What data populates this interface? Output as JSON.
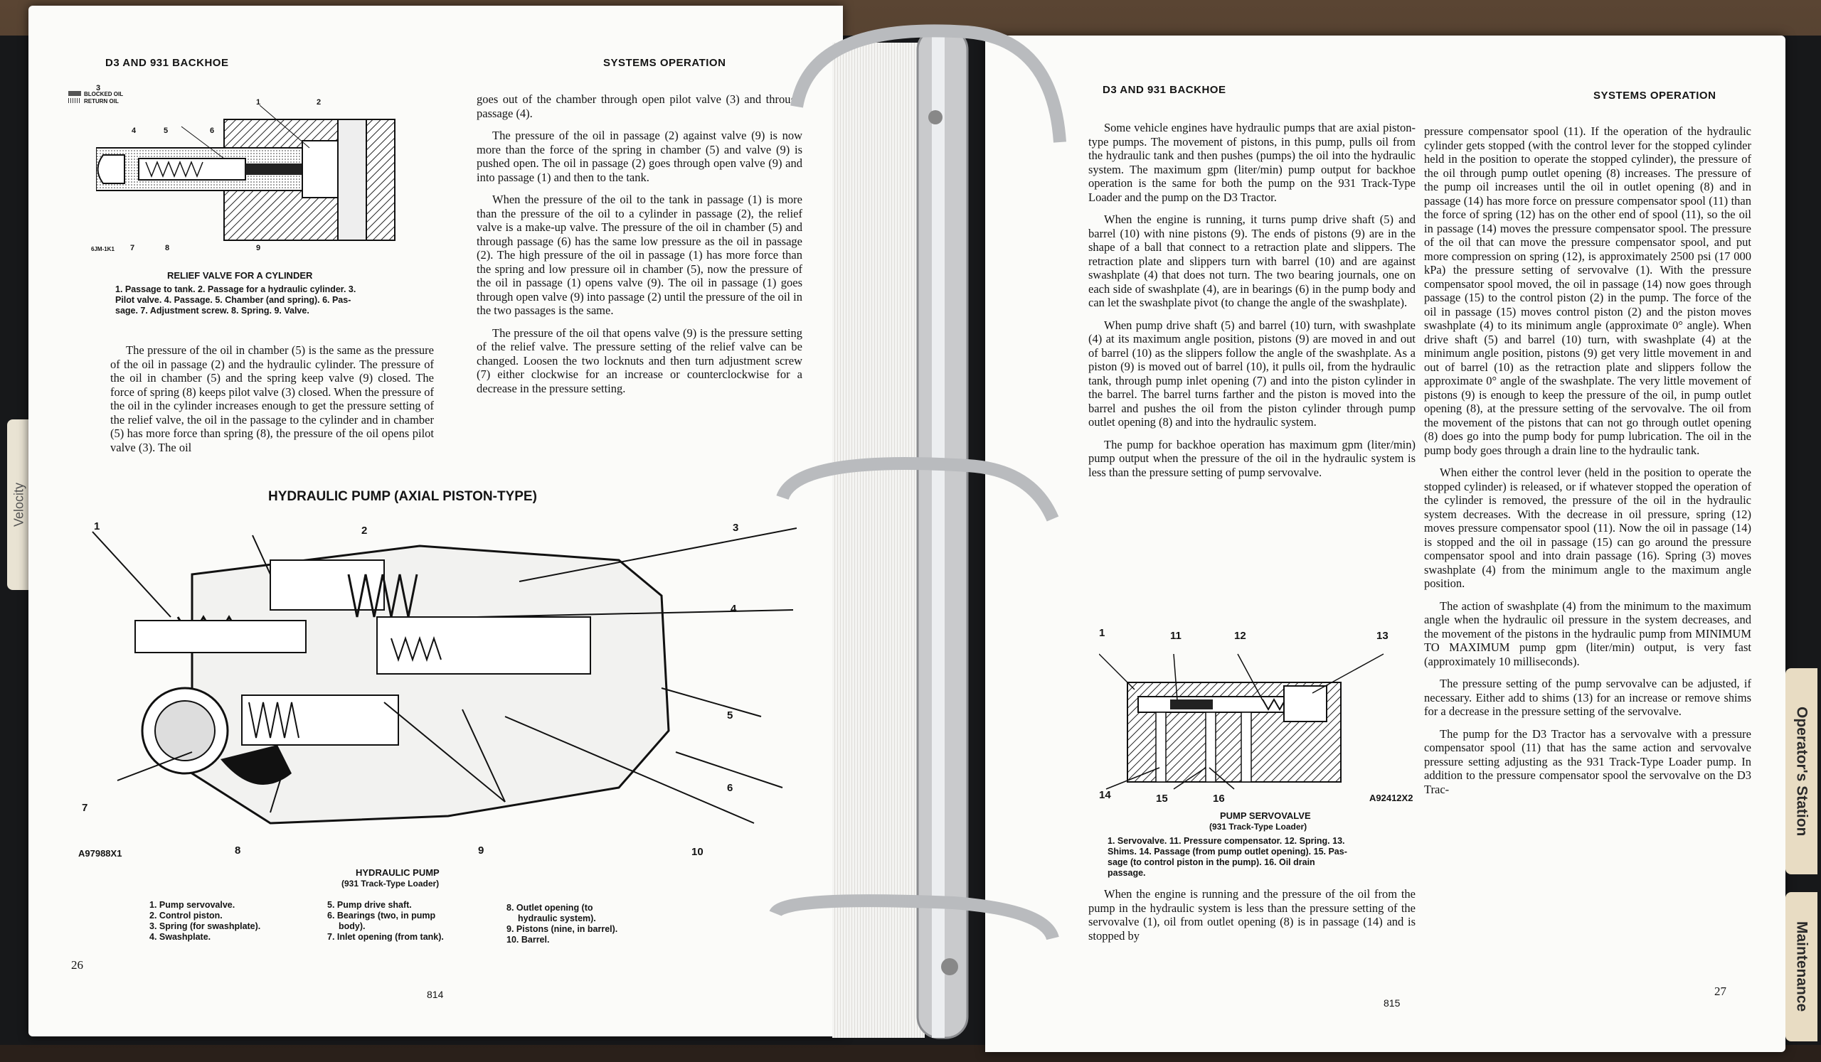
{
  "left_page": {
    "header_left": "D3 AND 931 BACKHOE",
    "header_right": "SYSTEMS OPERATION",
    "legend": [
      "BLOCKED OIL",
      "RETURN OIL"
    ],
    "relief_figure_code": "6JM-1K1",
    "relief_callouts": [
      "1",
      "2",
      "3",
      "4",
      "5",
      "6",
      "7",
      "8",
      "9"
    ],
    "relief_caption_title": "RELIEF VALVE FOR A CYLINDER",
    "relief_caption_lines": [
      "1. Passage to tank. 2. Passage for a hydraulic cylinder. 3.",
      "Pilot valve. 4. Passage. 5. Chamber (and spring). 6. Pas-",
      "sage. 7. Adjustment screw. 8. Spring. 9. Valve."
    ],
    "col1_paragraphs": [
      "The pressure of the oil in chamber (5) is the same as the pressure of the oil in passage (2) and the hydraulic cylinder. The pressure of the oil in chamber (5) and the spring keep valve (9) closed. The force of spring (8) keeps pilot valve (3) closed. When the pressure of the oil in the cylinder increases enough to get the pressure setting of the relief valve, the oil in the passage to the cylinder and in chamber (5) has more force than spring (8), the pressure of the oil opens pilot valve (3). The oil"
    ],
    "col2_paragraphs": [
      "goes out of the chamber through open pilot valve (3) and through passage (4).",
      "The pressure of the oil in passage (2) against valve (9) is now more than the force of the spring in chamber (5) and valve (9) is pushed open. The oil in passage (2) goes through open valve (9) and into passage (1) and then to the tank.",
      "When the pressure of the oil to the tank in passage (1) is more than the pressure of the oil to a cylinder in passage (2), the relief valve is a make-up valve. The pressure of the oil in chamber (5) and through passage (6) has the same low pressure as the oil in passage (2). The high pressure of the oil in passage (1) has more force than the spring and low pressure oil in chamber (5), now the pressure of the oil in passage (1) opens valve (9). The oil in passage (1) goes through open valve (9) into passage (2) until the pressure of the oil in the two passages is the same.",
      "The pressure of the oil that opens valve (9) is the pressure setting of the relief valve. The pressure setting of the relief valve can be changed. Loosen the two locknuts and then turn adjustment screw (7) either clockwise for an increase or counterclockwise for a decrease in the pressure setting."
    ],
    "section_title": "HYDRAULIC PUMP (AXIAL PISTON-TYPE)",
    "pump_callouts": [
      "1",
      "2",
      "3",
      "4",
      "5",
      "6",
      "7",
      "8",
      "9",
      "10"
    ],
    "pump_figure_code": "A97988X1",
    "pump_caption_title": "HYDRAULIC PUMP",
    "pump_caption_subtitle": "(931 Track-Type Loader)",
    "pump_legend_cols": [
      [
        "1. Pump servovalve.",
        "2. Control piston.",
        "3. Spring (for swashplate).",
        "4. Swashplate."
      ],
      [
        "5. Pump drive shaft.",
        "6. Bearings (two, in pump",
        "body).",
        "7. Inlet opening (from tank)."
      ],
      [
        "8. Outlet opening (to",
        "hydraulic system).",
        "9. Pistons (nine, in barrel).",
        "10. Barrel."
      ]
    ],
    "page_number": "26",
    "folio": "814"
  },
  "right_page": {
    "header_left": "D3 AND 931 BACKHOE",
    "header_right": "SYSTEMS OPERATION",
    "col1_paragraphs": [
      "Some vehicle engines have hydraulic pumps that are axial piston-type pumps. The movement of pistons, in this pump, pulls oil from the hydraulic tank and then pushes (pumps) the oil into the hydraulic system. The maximum gpm (liter/min) pump output for backhoe operation is the same for both the pump on the 931 Track-Type Loader and the pump on the D3 Tractor.",
      "When the engine is running, it turns pump drive shaft (5) and barrel (10) with nine pistons (9). The ends of pistons (9) are in the shape of a ball that connect to a retraction plate and slippers. The retraction plate and slippers turn with barrel (10) and are against swashplate (4) that does not turn. The two bearing journals, one on each side of swashplate (4), are in bearings (6) in the pump body and can let the swashplate pivot (to change the angle of the swashplate).",
      "When pump drive shaft (5) and barrel (10) turn, with swashplate (4) at its maximum angle position, pistons (9) are moved in and out of barrel (10) as the slippers follow the angle of the swashplate. As a piston (9) is moved out of barrel (10), it pulls oil, from the hydraulic tank, through pump inlet opening (7) and into the piston cylinder in the barrel. The barrel turns farther and the piston is moved into the barrel and pushes the oil from the piston cylinder through pump outlet opening (8) and into the hydraulic system.",
      "The pump for backhoe operation has maximum gpm (liter/min) pump output when the pressure of the oil in the hydraulic system is less than the pressure setting of pump servovalve."
    ],
    "servo_callouts": [
      "1",
      "11",
      "12",
      "13",
      "14",
      "15",
      "16"
    ],
    "servo_figure_code": "A92412X2",
    "servo_caption_title": "PUMP SERVOVALVE",
    "servo_caption_subtitle": "(931 Track-Type Loader)",
    "servo_caption_lines": [
      "1. Servovalve. 11. Pressure compensator. 12. Spring. 13.",
      "Shims. 14. Passage (from pump outlet opening). 15. Pas-",
      "sage (to control piston in the pump). 16. Oil drain",
      "passage."
    ],
    "col1_tail": "When the engine is running and the pressure of the oil from the pump in the hydraulic system is less than the pressure setting of the servovalve (1), oil from outlet opening (8) is in passage (14) and is stopped by",
    "col2_paragraphs": [
      "pressure compensator spool (11). If the operation of the hydraulic cylinder gets stopped (with the control lever for the stopped cylinder held in the position to operate the stopped cylinder), the pressure of the oil through pump outlet opening (8) increases. The pressure of the pump oil increases until the oil in outlet opening (8) and in passage (14) has more force on pressure compensator spool (11) than the force of spring (12) has on the other end of spool (11), so the oil in passage (14) moves the pressure compensator spool. The pressure of the oil that can move the pressure compensator spool, and put more compression on spring (12), is approximately 2500 psi (17 000 kPa) the pressure setting of servovalve (1). With the pressure compensator spool moved, the oil in passage (14) now goes through passage (15) to the control piston (2) in the pump. The force of the oil in passage (15) moves control piston (2) and the piston moves swashplate (4) to its minimum angle (approximate 0° angle). When drive shaft (5) and barrel (10) turn, with swashplate (4) at the minimum angle position, pistons (9) get very little movement in and out of barrel (10) as the retraction plate and slippers follow the approximate 0° angle of the swashplate. The very little movement of pistons (9) is enough to keep the pressure of the oil, in pump outlet opening (8), at the pressure setting of the servovalve. The oil from the movement of the pistons that can not go through outlet opening (8) does go into the pump body for pump lubrication. The oil in the pump body goes through a drain line to the hydraulic tank.",
      "When either the control lever (held in the position to operate the stopped cylinder) is released, or if whatever stopped the operation of the cylinder is removed, the pressure of the oil in the hydraulic system decreases. With the decrease in oil pressure, spring (12) moves pressure compensator spool (11). Now the oil in passage (14) is stopped and the oil in passage (15) can go around the pressure compensator spool and into drain passage (16). Spring (3) moves swashplate (4) from the minimum angle to the maximum angle position.",
      "The action of swashplate (4) from the minimum to the maximum angle when the hydraulic oil pressure in the system decreases, and the movement of the pistons in the hydraulic pump from MINIMUM TO MAXIMUM pump gpm (liter/min) output, is very fast (approximately 10 milliseconds).",
      "The pressure setting of the pump servovalve can be adjusted, if necessary. Either add to shims (13) for an increase or remove shims for a decrease in the pressure setting of the servovalve.",
      "The pump for the D3 Tractor has a servovalve with a pressure compensator spool (11) that has the same action and servovalve pressure setting adjusting as the 931 Track-Type Loader pump. In addition to the pressure compensator spool the servovalve on the D3 Trac-"
    ],
    "page_number": "27",
    "folio": "815"
  },
  "tabs": {
    "left": "Velocity",
    "right_1": "Operator's Station",
    "right_2": "Maintenance"
  }
}
